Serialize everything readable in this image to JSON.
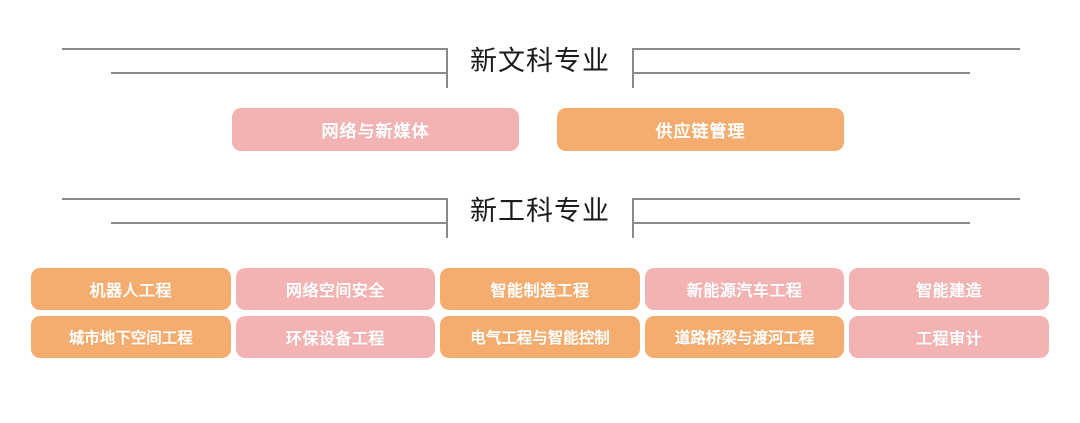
{
  "colors": {
    "pink": "#f3b3b3",
    "orange": "#f4ad6e",
    "rule": "#8a8a8a",
    "title_text": "#1b1b1b",
    "pill_text": "#ffffff",
    "background": "#ffffff"
  },
  "sections": [
    {
      "title": "新文科专业",
      "rows": [
        [
          {
            "label": "网络与新媒体",
            "color": "pink"
          },
          {
            "label": "供应链管理",
            "color": "orange"
          }
        ]
      ]
    },
    {
      "title": "新工科专业",
      "rows": [
        [
          {
            "label": "机器人工程",
            "color": "orange"
          },
          {
            "label": "网络空间安全",
            "color": "pink"
          },
          {
            "label": "智能制造工程",
            "color": "orange"
          },
          {
            "label": "新能源汽车工程",
            "color": "pink"
          },
          {
            "label": "智能建造",
            "color": "pink"
          }
        ],
        [
          {
            "label": "城市地下空间工程",
            "color": "orange"
          },
          {
            "label": "环保设备工程",
            "color": "pink"
          },
          {
            "label": "电气工程与智能控制",
            "color": "orange"
          },
          {
            "label": "道路桥梁与渡河工程",
            "color": "orange"
          },
          {
            "label": "工程审计",
            "color": "pink"
          }
        ]
      ]
    }
  ]
}
